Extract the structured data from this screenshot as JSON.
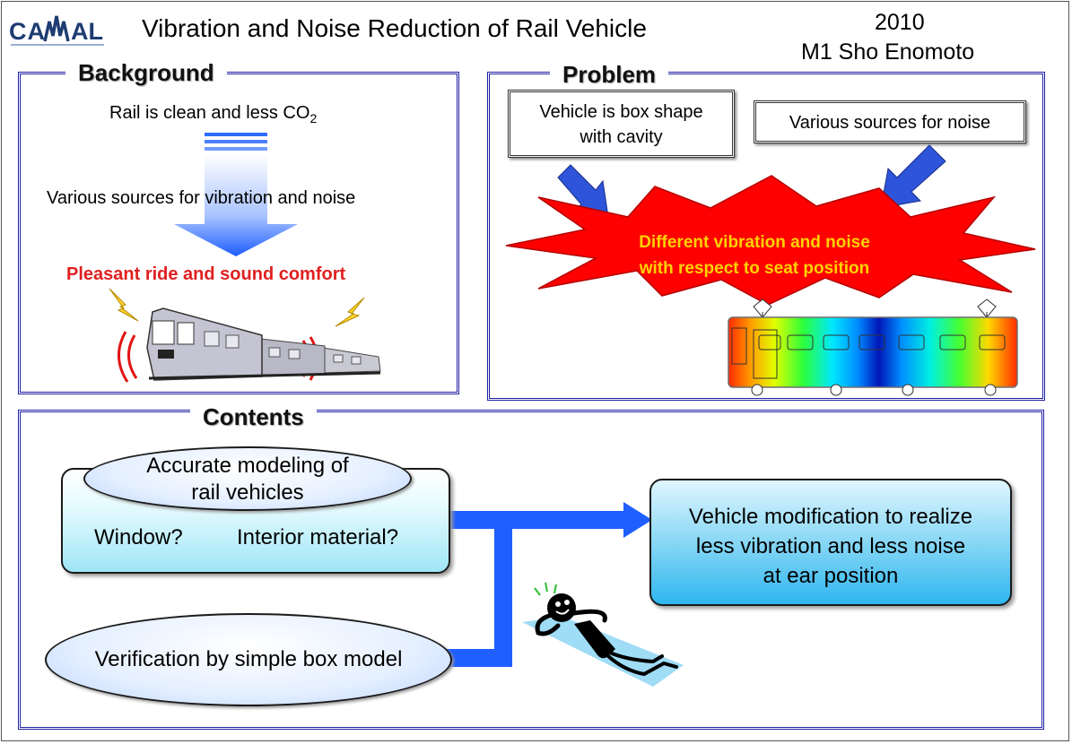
{
  "header": {
    "logo_text": "CAMAL",
    "title": "Vibration and Noise Reduction of Rail Vehicle",
    "year": "2010",
    "author": "M1   Sho Enomoto"
  },
  "background": {
    "heading": "Background",
    "line1_main": "Rail is clean and less CO",
    "line1_sub": "2",
    "line2": "Various sources for vibration and noise",
    "line3": "Pleasant ride and sound comfort"
  },
  "problem": {
    "heading": "Problem",
    "box1_line1": "Vehicle is box shape",
    "box1_line2": "with cavity",
    "box2": "Various sources for noise",
    "star_line1": "Different vibration and noise",
    "star_line2": "with respect to seat position"
  },
  "contents": {
    "heading": "Contents",
    "modeling_line1": "Accurate modeling of",
    "modeling_line2": "rail vehicles",
    "window": "Window?",
    "interior": "Interior material?",
    "verification": "Verification by simple box model",
    "result_line1": "Vehicle modification to realize",
    "result_line2": "less vibration and less noise",
    "result_line3": "at ear position"
  },
  "colors": {
    "frame": "#1f1fa3",
    "arrow_blue": "#1f5eff",
    "alert_red": "#e02020",
    "star_red": "#ff0000",
    "star_text": "#ffd200"
  }
}
